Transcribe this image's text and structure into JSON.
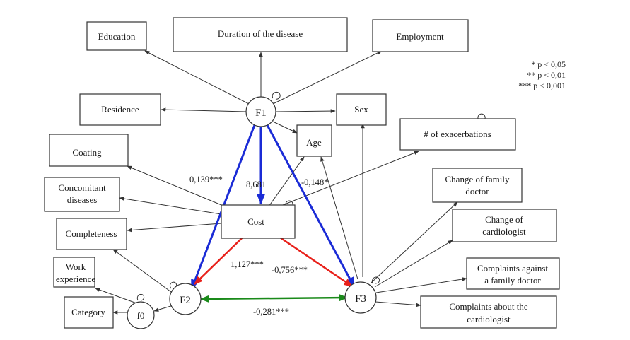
{
  "legend": [
    "* p < 0,05",
    "** p < 0,01",
    "*** p < 0,001"
  ],
  "nodes": {
    "education": "Education",
    "duration": "Duration of the disease",
    "employment": "Employment",
    "residence": "Residence",
    "f1": "F1",
    "sex": "Sex",
    "age": "Age",
    "exacerbations": "# of exacerbations",
    "coating": "Coating",
    "concomitant_1": "Concomitant",
    "concomitant_2": "diseases",
    "cost": "Cost",
    "change_family_1": "Change of family",
    "change_family_2": "doctor",
    "change_cardio_1": "Change of",
    "change_cardio_2": "cardiologist",
    "completeness": "Completeness",
    "work_1": "Work",
    "work_2": "experience",
    "complaints_family_1": "Complaints against",
    "complaints_family_2": "a family doctor",
    "category": "Category",
    "f0": "f0",
    "f2": "F2",
    "f3": "F3",
    "complaints_cardio_1": "Complaints about the",
    "complaints_cardio_2": "cardiologist"
  },
  "coefficients": {
    "f1_f2": "0,139***",
    "f1_cost": "8,681",
    "f1_f3": "-0,148*",
    "cost_f2": "1,127***",
    "cost_f3": "-0,756***",
    "f2_f3": "-0,281***"
  },
  "colors": {
    "f1_paths": "#1a2bd6",
    "cost_paths": "#e8201a",
    "f2_f3_path": "#1a8a1a"
  }
}
